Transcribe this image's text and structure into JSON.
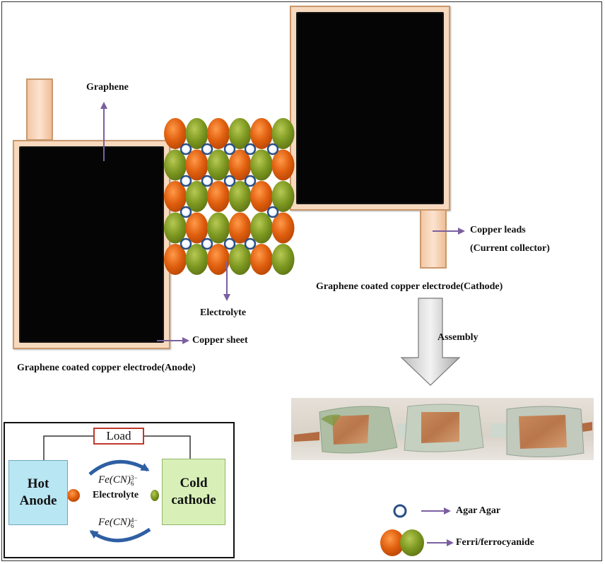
{
  "labels": {
    "graphene": "Graphene",
    "electrolyte": "Electrolyte",
    "copper_sheet": "Copper sheet",
    "anode_caption": "Graphene coated copper electrode(Anode)",
    "cathode_caption": "Graphene coated copper electrode(Cathode)",
    "copper_leads": "Copper leads",
    "current_collector": "(Current collector)",
    "assembly": "Assembly"
  },
  "circuit": {
    "load": "Load",
    "hot_line1": "Hot",
    "hot_line2": "Anode",
    "cold_line1": "Cold",
    "cold_line2": "cathode",
    "fe3_base": "Fe(CN)",
    "fe3_sup": "3−",
    "fe3_sub": "6",
    "fe4_base": "Fe(CN)",
    "fe4_sup": "4−",
    "fe4_sub": "6",
    "electrolyte": "Electrolyte"
  },
  "legend": {
    "agar": "Agar Agar",
    "ferri": "Ferri/ferrocyanide"
  },
  "colors": {
    "orange_ball": "#e0600f",
    "green_ball": "#7f9a22",
    "arrow": "#7b5fa0",
    "copper_frame": "#f7d9bd",
    "hot_box": "#b9e6f3",
    "cold_box": "#d8f0b8",
    "load_border": "#c0392b",
    "curve_arrow": "#2f5fa3"
  }
}
